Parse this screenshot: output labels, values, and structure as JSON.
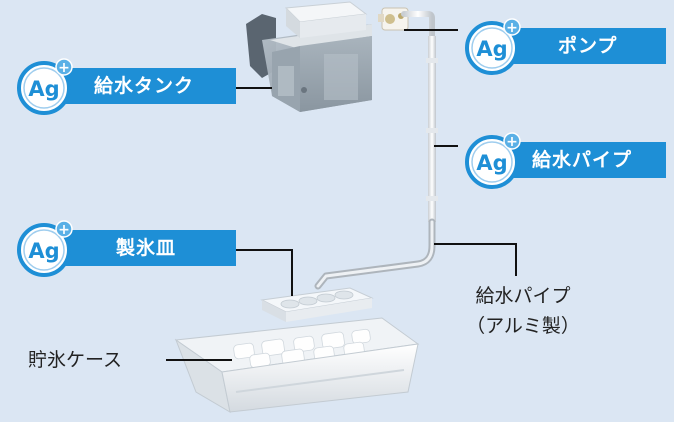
{
  "badge": {
    "text": "Ag",
    "plus": "+"
  },
  "callouts": {
    "tank": {
      "label": "給水タンク"
    },
    "pump": {
      "label": "ポンプ"
    },
    "pipe": {
      "label": "給水パイプ"
    },
    "tray": {
      "label": "製氷皿"
    }
  },
  "labels": {
    "aluminum_pipe": {
      "line1": "給水パイプ",
      "line2": "（アルミ製）"
    },
    "ice_case": "貯氷ケース"
  },
  "colors": {
    "background": "#dbe6f3",
    "band": "#1e8fd6",
    "badge_ring": "#1e8fd6",
    "badge_text": "#1e8fd6",
    "plus_bubble": "#5ab0e6",
    "leader_line": "#111111"
  }
}
